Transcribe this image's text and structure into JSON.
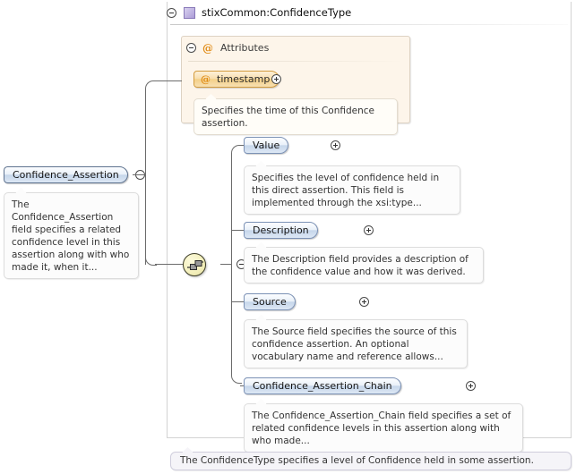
{
  "diagram": {
    "type_header": {
      "title": "stixCommon:ConfidenceType",
      "icon": "complex-type-icon",
      "toggle": "minus"
    },
    "attributes_group": {
      "label": "Attributes",
      "glyph": "@",
      "toggle": "minus",
      "items": [
        {
          "name": "timestamp",
          "glyph": "@",
          "toggle": "plus",
          "doc": "Specifies the time of this Confidence assertion."
        }
      ]
    },
    "root_element": {
      "name": "Confidence_Assertion",
      "toggle": "minus",
      "doc": "The Confidence_Assertion field specifies a related confidence level in this assertion along with who made it, when it..."
    },
    "compositor": {
      "kind": "sequence",
      "toggle": "minus"
    },
    "children": [
      {
        "name": "Value",
        "toggle": "plus",
        "doc": "Specifies the level of confidence held in this direct assertion. This field is implemented through the xsi:type..."
      },
      {
        "name": "Description",
        "toggle": "plus",
        "doc": "The Description field provides a description of the confidence value and how it was derived."
      },
      {
        "name": "Source",
        "toggle": "plus",
        "doc": "The Source field specifies the source of this confidence assertion. An optional vocabulary name and reference allows..."
      },
      {
        "name": "Confidence_Assertion_Chain",
        "toggle": "plus",
        "doc": "The Confidence_Assertion_Chain field specifies a set of related confidence levels in this assertion along with who made..."
      }
    ],
    "caption": "The ConfidenceType specifies a level of Confidence held in some assertion."
  }
}
